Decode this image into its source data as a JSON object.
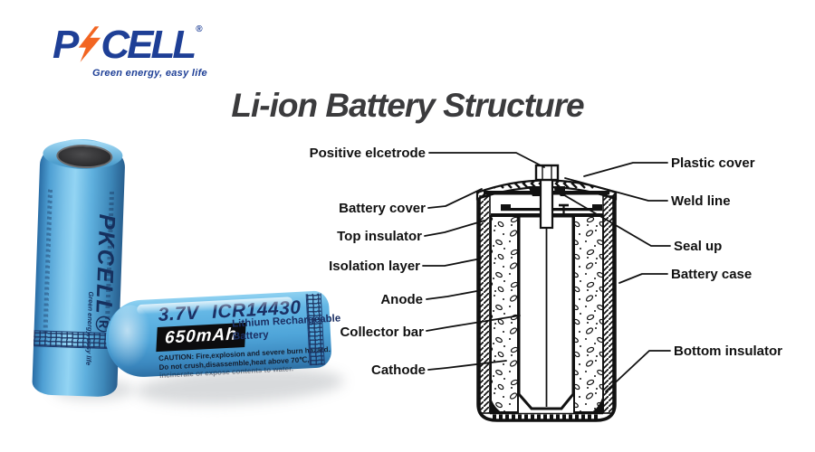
{
  "logo": {
    "brand_prefix": "P",
    "brand_suffix": "CELL",
    "registered": "®",
    "tagline": "Green energy, easy life"
  },
  "title": "Li-ion Battery Structure",
  "product_photo": {
    "standing_battery_brand": "PKCELL®",
    "standing_battery_tagline": "Green energy, easy life",
    "lying_battery": {
      "model": "3.7V ICR14430",
      "capacity": "650mAh",
      "type_line1": "Lithium Rechargeable",
      "type_line2": "Battery",
      "caution_line1": "CAUTION: Fire,explosion and severe burn hazard.",
      "caution_line2": "Do not crush,disassemble,heat above 70℃,",
      "caution_line3": "incinerate or expose contents to water."
    }
  },
  "diagram": {
    "labels_left": [
      "Positive elcetrode",
      "Battery cover",
      "Top insulator",
      "Isolation layer",
      "Anode",
      "Collector bar",
      "Cathode"
    ],
    "labels_right": [
      "Plastic cover",
      "Weld line",
      "Seal up",
      "Battery case",
      "Bottom insulator"
    ]
  },
  "colors": {
    "logo_blue": "#1e3f96",
    "logo_orange": "#f26522",
    "battery_blue": "#4fa5d9",
    "battery_text_navy": "#1b2f63",
    "diagram_ink": "#111111",
    "title_gray": "#3b3b3d"
  }
}
